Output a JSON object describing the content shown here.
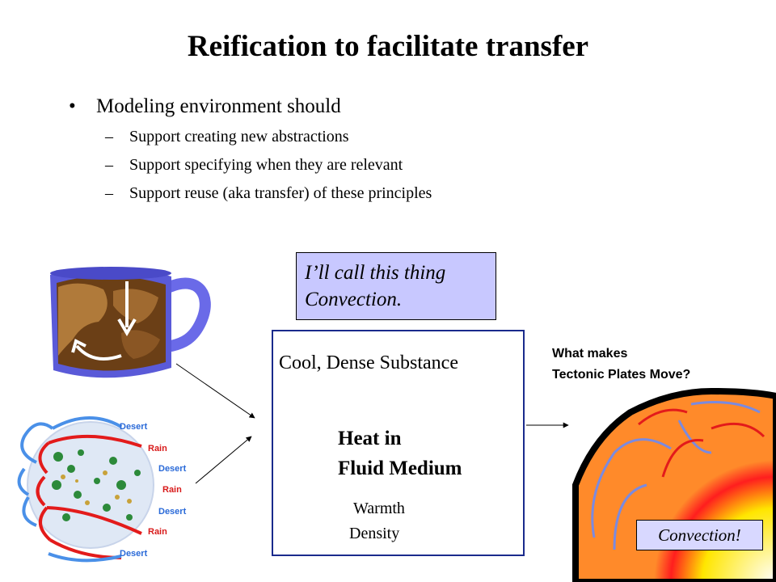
{
  "slide": {
    "title": "Reification to facilitate transfer",
    "bullet": {
      "marker": "•",
      "text": "Modeling environment  should"
    },
    "sub_bullets": [
      {
        "marker": "–",
        "text": "Support creating new abstractions"
      },
      {
        "marker": "–",
        "text": "Support specifying when they are relevant"
      },
      {
        "marker": "–",
        "text": "Support reuse (aka transfer) of these principles"
      }
    ]
  },
  "callout": {
    "line1": "I’ll call this thing",
    "line2": "Convection."
  },
  "concept": {
    "top_label": "Cool, Dense Substance",
    "heat_line1": "Heat in",
    "heat_line2": "Fluid Medium",
    "warmth": "Warmth",
    "density": "Density"
  },
  "question": {
    "line1": "What makes",
    "line2": "Tectonic Plates Move?"
  },
  "earth_badge": "Convection!",
  "globe_labels": [
    "Desert",
    "Rain",
    "Desert",
    "Rain",
    "Desert",
    "Rain",
    "Desert"
  ],
  "colors": {
    "callout_bg": "#c8c8ff",
    "box_border": "#1a2a8c",
    "arrow_red": "#ee3a1a",
    "arrow_blue": "#2d3de0",
    "arrow_purple": "#8a22b8",
    "globe_label_blue": "#2a6ad8",
    "globe_label_red": "#d81a1a"
  }
}
